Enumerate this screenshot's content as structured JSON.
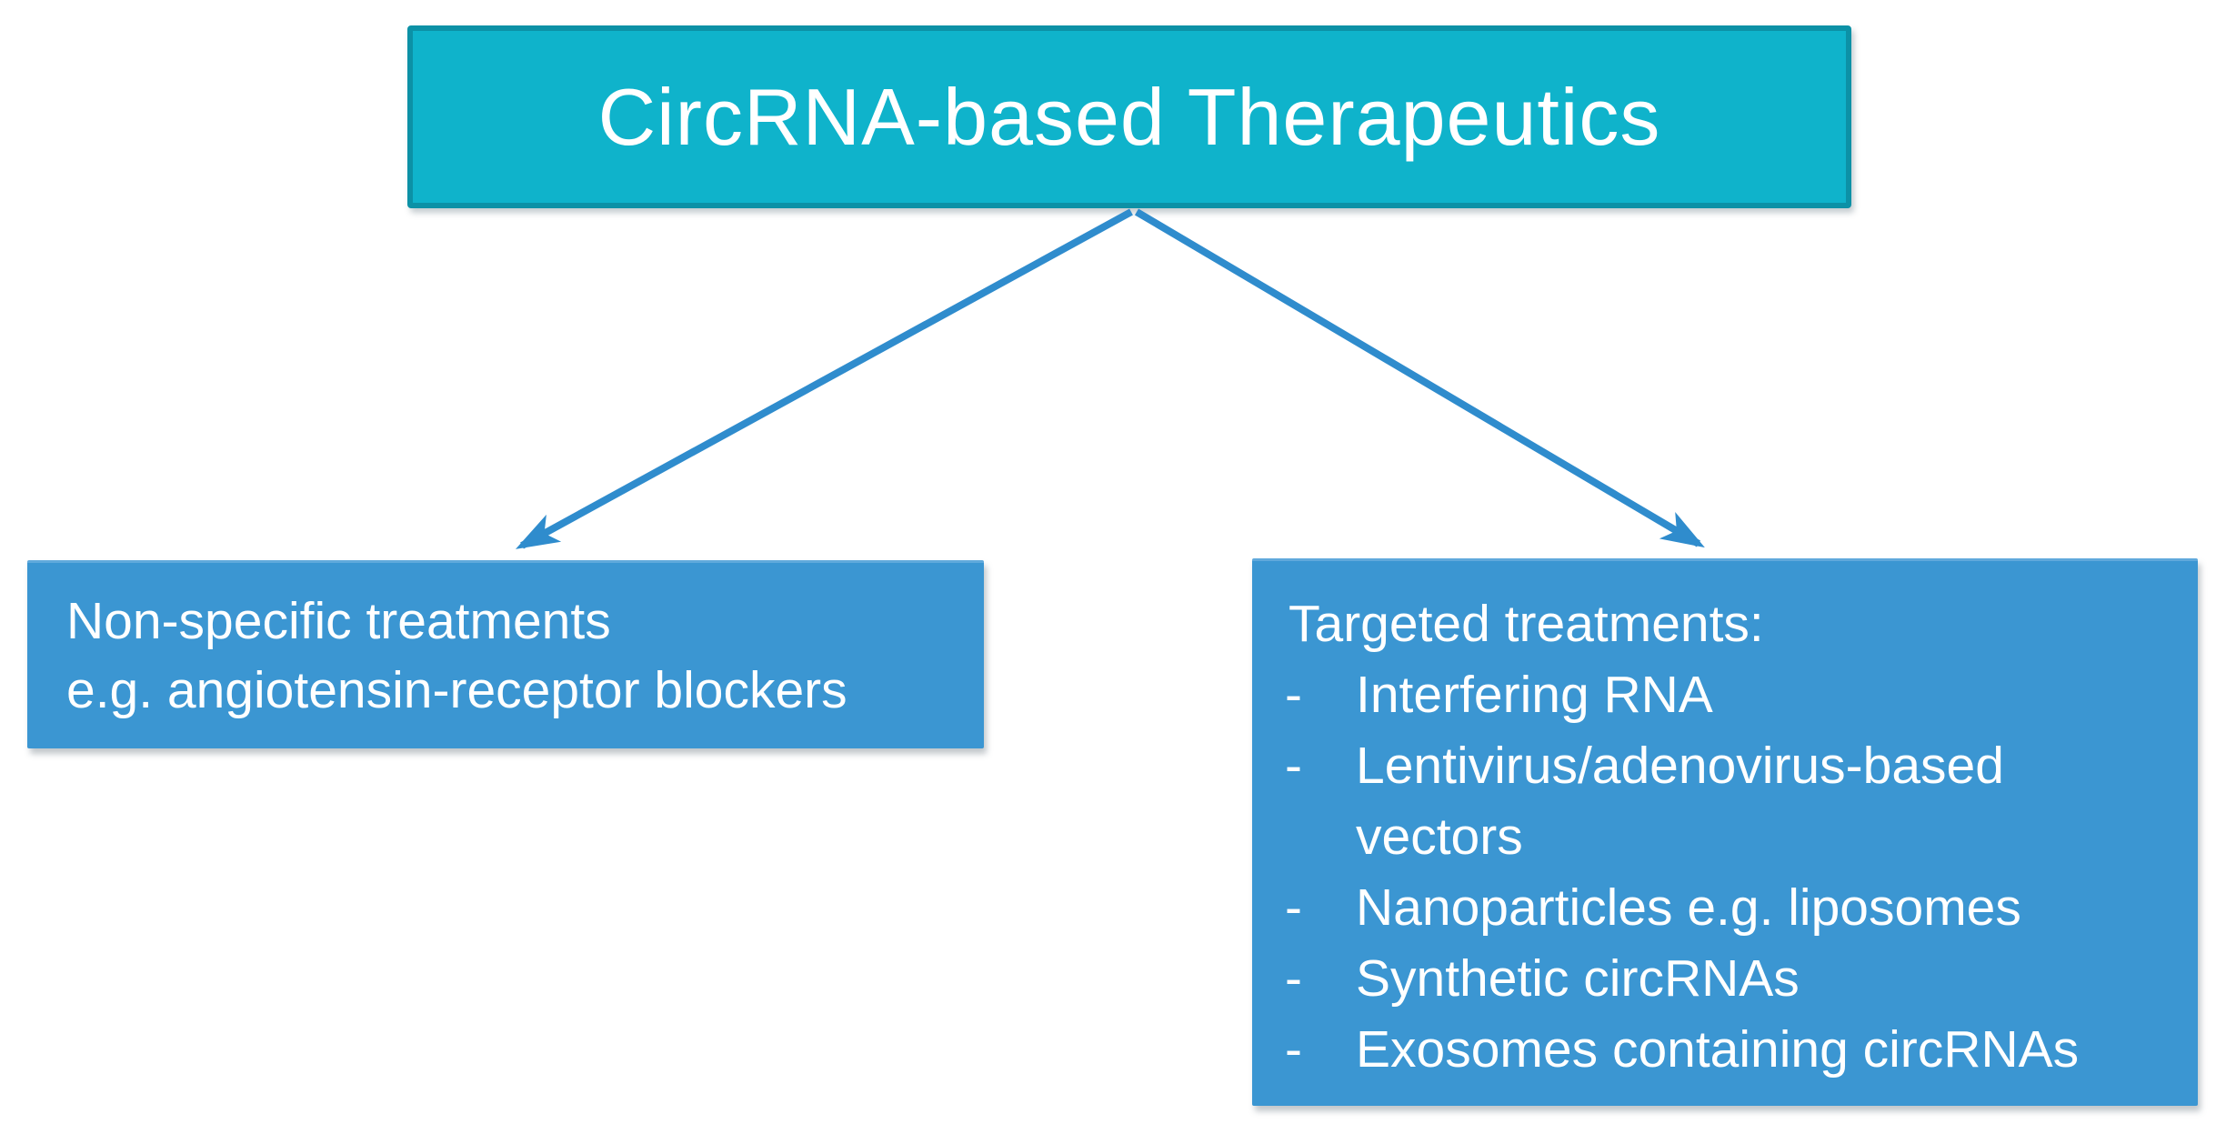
{
  "diagram": {
    "title_box": {
      "label": "CircRNA-based Therapeutics"
    },
    "left_box": {
      "lines": [
        "Non-specific treatments",
        "e.g. angiotensin-receptor blockers"
      ]
    },
    "right_box": {
      "heading": "Targeted treatments:",
      "bullet": "-",
      "items": [
        "Interfering RNA",
        "Lentivirus/adenovirus-based vectors",
        "Nanoparticles e.g. liposomes",
        "Synthetic circRNAs",
        "Exosomes containing circRNAs"
      ]
    }
  },
  "colors": {
    "page_bg": "#ffffff",
    "title_fill": "#0fb3cb",
    "title_border": "#0c91a6",
    "box_fill": "#3b96d2",
    "box_highlight": "#60a9dc",
    "arrow_color": "#2f8ccd",
    "text_color": "#ffffff"
  }
}
